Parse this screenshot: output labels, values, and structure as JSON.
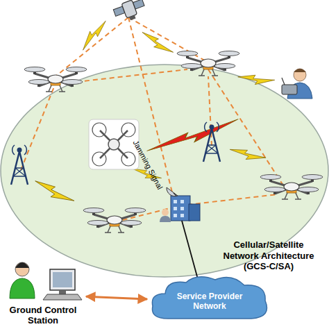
{
  "diagram": {
    "nodes": [
      {
        "text": [
          "Ground Control Station"
        ]
      },
      {
        "text": [
          "Service Provider Network"
        ]
      }
    ],
    "edges": [
      {
        "from": 0,
        "to": 1,
        "arrow": "both"
      }
    ],
    "labels": [
      "Jamming Signal",
      "Cellular/Satellite Network Architecture (GCS-C/SA)"
    ]
  }
}
